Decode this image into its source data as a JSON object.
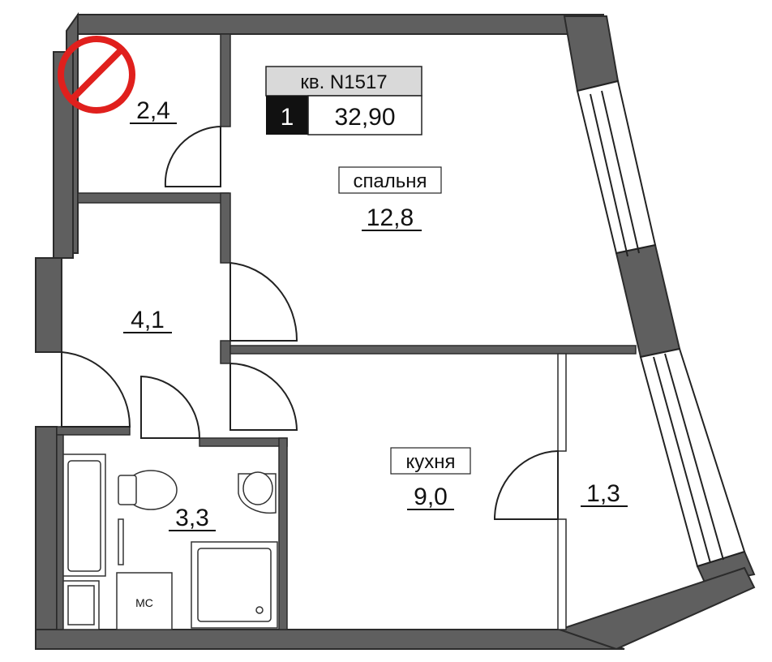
{
  "apartment": {
    "number_label": "кв. N1517",
    "rooms_count": "1",
    "total_area": "32,90"
  },
  "rooms": {
    "bedroom": {
      "name": "спальня",
      "area": "12,8"
    },
    "kitchen": {
      "name": "кухня",
      "area": "9,0"
    },
    "storage": {
      "area": "2,4"
    },
    "hall": {
      "area": "4,1"
    },
    "bathroom": {
      "area": "3,3"
    },
    "balcony": {
      "area": "1,3"
    }
  },
  "fixtures": {
    "utility_label": "МС"
  },
  "colors": {
    "wall": "#5f5f5f",
    "wall_stroke": "#2b2b2b",
    "header_bg": "#d9d9d9",
    "badge_bg": "#111111",
    "no_sign": "#e0201d"
  }
}
